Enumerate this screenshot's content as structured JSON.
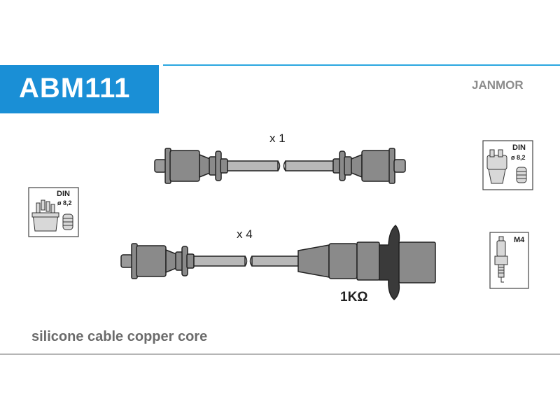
{
  "header": {
    "part_number": "ABM111",
    "brand": "JANMOR",
    "accent_color": "#1a8fd6",
    "line_color": "#2aa7e0"
  },
  "cables": [
    {
      "quantity_label": "x 1",
      "type": "distributor-to-coil lead"
    },
    {
      "quantity_label": "x 4",
      "type": "plug lead",
      "resistance_label": "1KΩ"
    }
  ],
  "icons": {
    "distributor_left": {
      "standard": "DIN",
      "diameter": "ø 8,2",
      "icon": "distributor-cap-icon"
    },
    "coil_right": {
      "standard": "DIN",
      "diameter": "ø 8,2",
      "icon": "ignition-coil-icon"
    },
    "spark_plug": {
      "thread": "M4",
      "icon": "spark-plug-icon"
    }
  },
  "footer": {
    "caption": "silicone cable copper core"
  }
}
